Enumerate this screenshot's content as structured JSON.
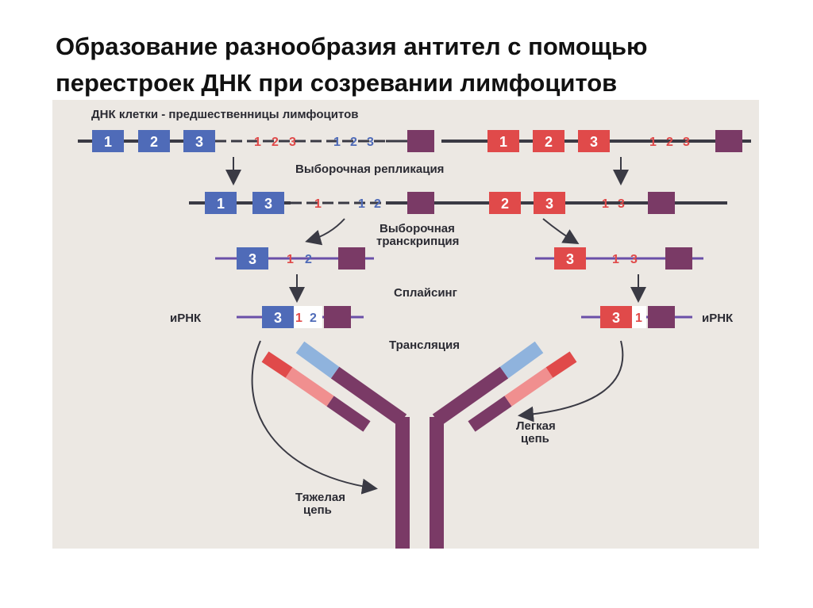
{
  "slide": {
    "title_line1": "Образование разнообразия антител с помощью",
    "title_line2": "перестроек ДНК при созревании лимфоцитов"
  },
  "diagram": {
    "labels": {
      "precursor_dna": "ДНК клетки - предшественницы лимфоцитов",
      "selective_replication": "Выборочная репликация",
      "selective_transcription_1": "Выборочная",
      "selective_transcription_2": "транскрипция",
      "splicing": "Сплайсинг",
      "mrna_left": "иРНК",
      "mrna_right": "иРНК",
      "translation": "Трансляция",
      "light_chain_1": "Легкая",
      "light_chain_2": "цепь",
      "heavy_chain_1": "Тяжелая",
      "heavy_chain_2": "цепь"
    },
    "segments": {
      "n1": "1",
      "n2": "2",
      "n3": "3",
      "s1": "1",
      "s2": "2",
      "s3": "3",
      "dot": "·"
    },
    "colors": {
      "blue": "#4f6bb8",
      "red": "#e04a4a",
      "purple": "#7a3a66",
      "light_blue": "#8fb3dd",
      "pink": "#f08f8f",
      "line": "#3a3a44",
      "background": "#ece8e3"
    }
  }
}
